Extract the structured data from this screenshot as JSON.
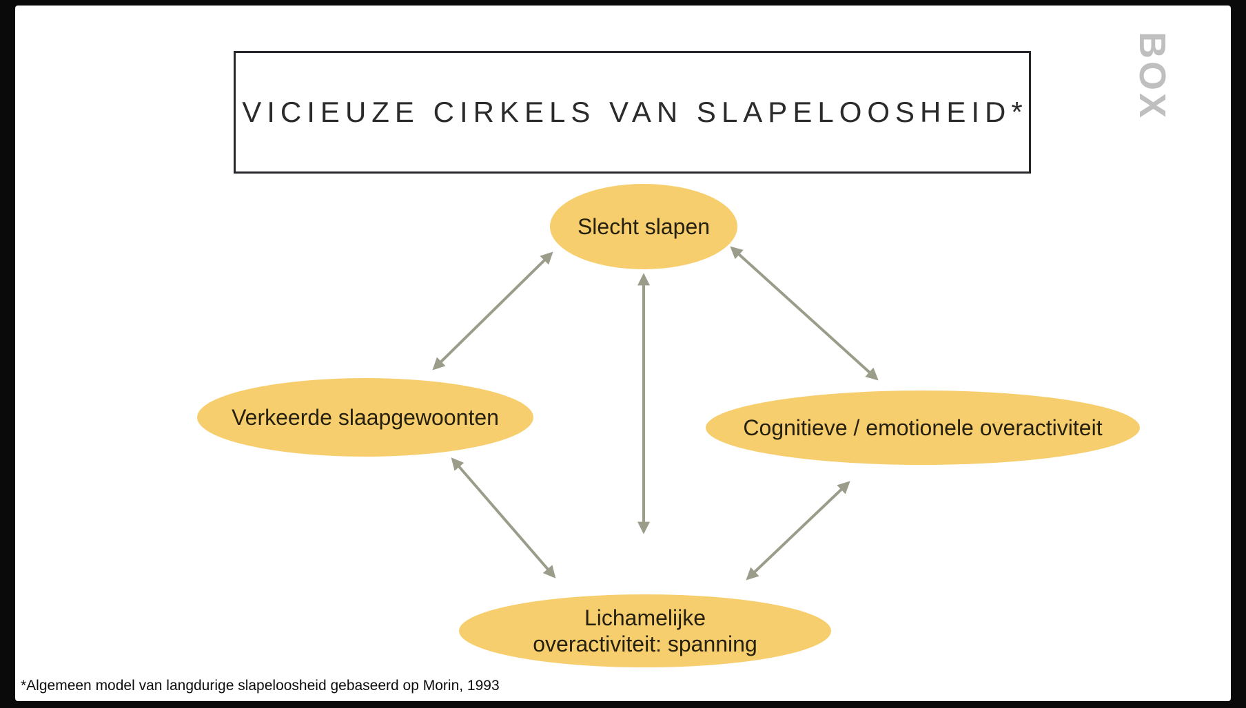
{
  "title": "VICIEUZE CIRKELS VAN SLAPELOOSHEID*",
  "logo_text": "BOX",
  "nodes": {
    "slecht_slapen": "Slecht slapen",
    "verkeerde_slaapgewoonten": "Verkeerde slaapgewoonten",
    "cognitieve_overactiviteit": "Cognitieve / emotionele overactiviteit",
    "lichamelijke_line1": "Lichamelijke",
    "lichamelijke_line2": "overactiviteit: spanning"
  },
  "connections": [
    {
      "from": "Slecht slapen",
      "to": "Verkeerde slaapgewoonten",
      "bidirectional": true
    },
    {
      "from": "Slecht slapen",
      "to": "Lichamelijke overactiviteit: spanning",
      "bidirectional": true
    },
    {
      "from": "Slecht slapen",
      "to": "Cognitieve / emotionele overactiviteit",
      "bidirectional": true
    },
    {
      "from": "Verkeerde slaapgewoonten",
      "to": "Lichamelijke overactiviteit: spanning",
      "bidirectional": true
    },
    {
      "from": "Cognitieve / emotionele overactiviteit",
      "to": "Lichamelijke overactiviteit: spanning",
      "bidirectional": true
    }
  ],
  "footnote": "*Algemeen model van langdurige slapeloosheid gebaseerd op Morin, 1993",
  "colors": {
    "ellipse_fill": "#F7CE6E",
    "ellipse_text": "#26200E",
    "arrow": "#9C9C8A",
    "title_text": "#2B2B2B",
    "slide_background": "#FFFFFF",
    "frame": "#0A0A0A",
    "logo_gray": "#B5B5B5"
  }
}
